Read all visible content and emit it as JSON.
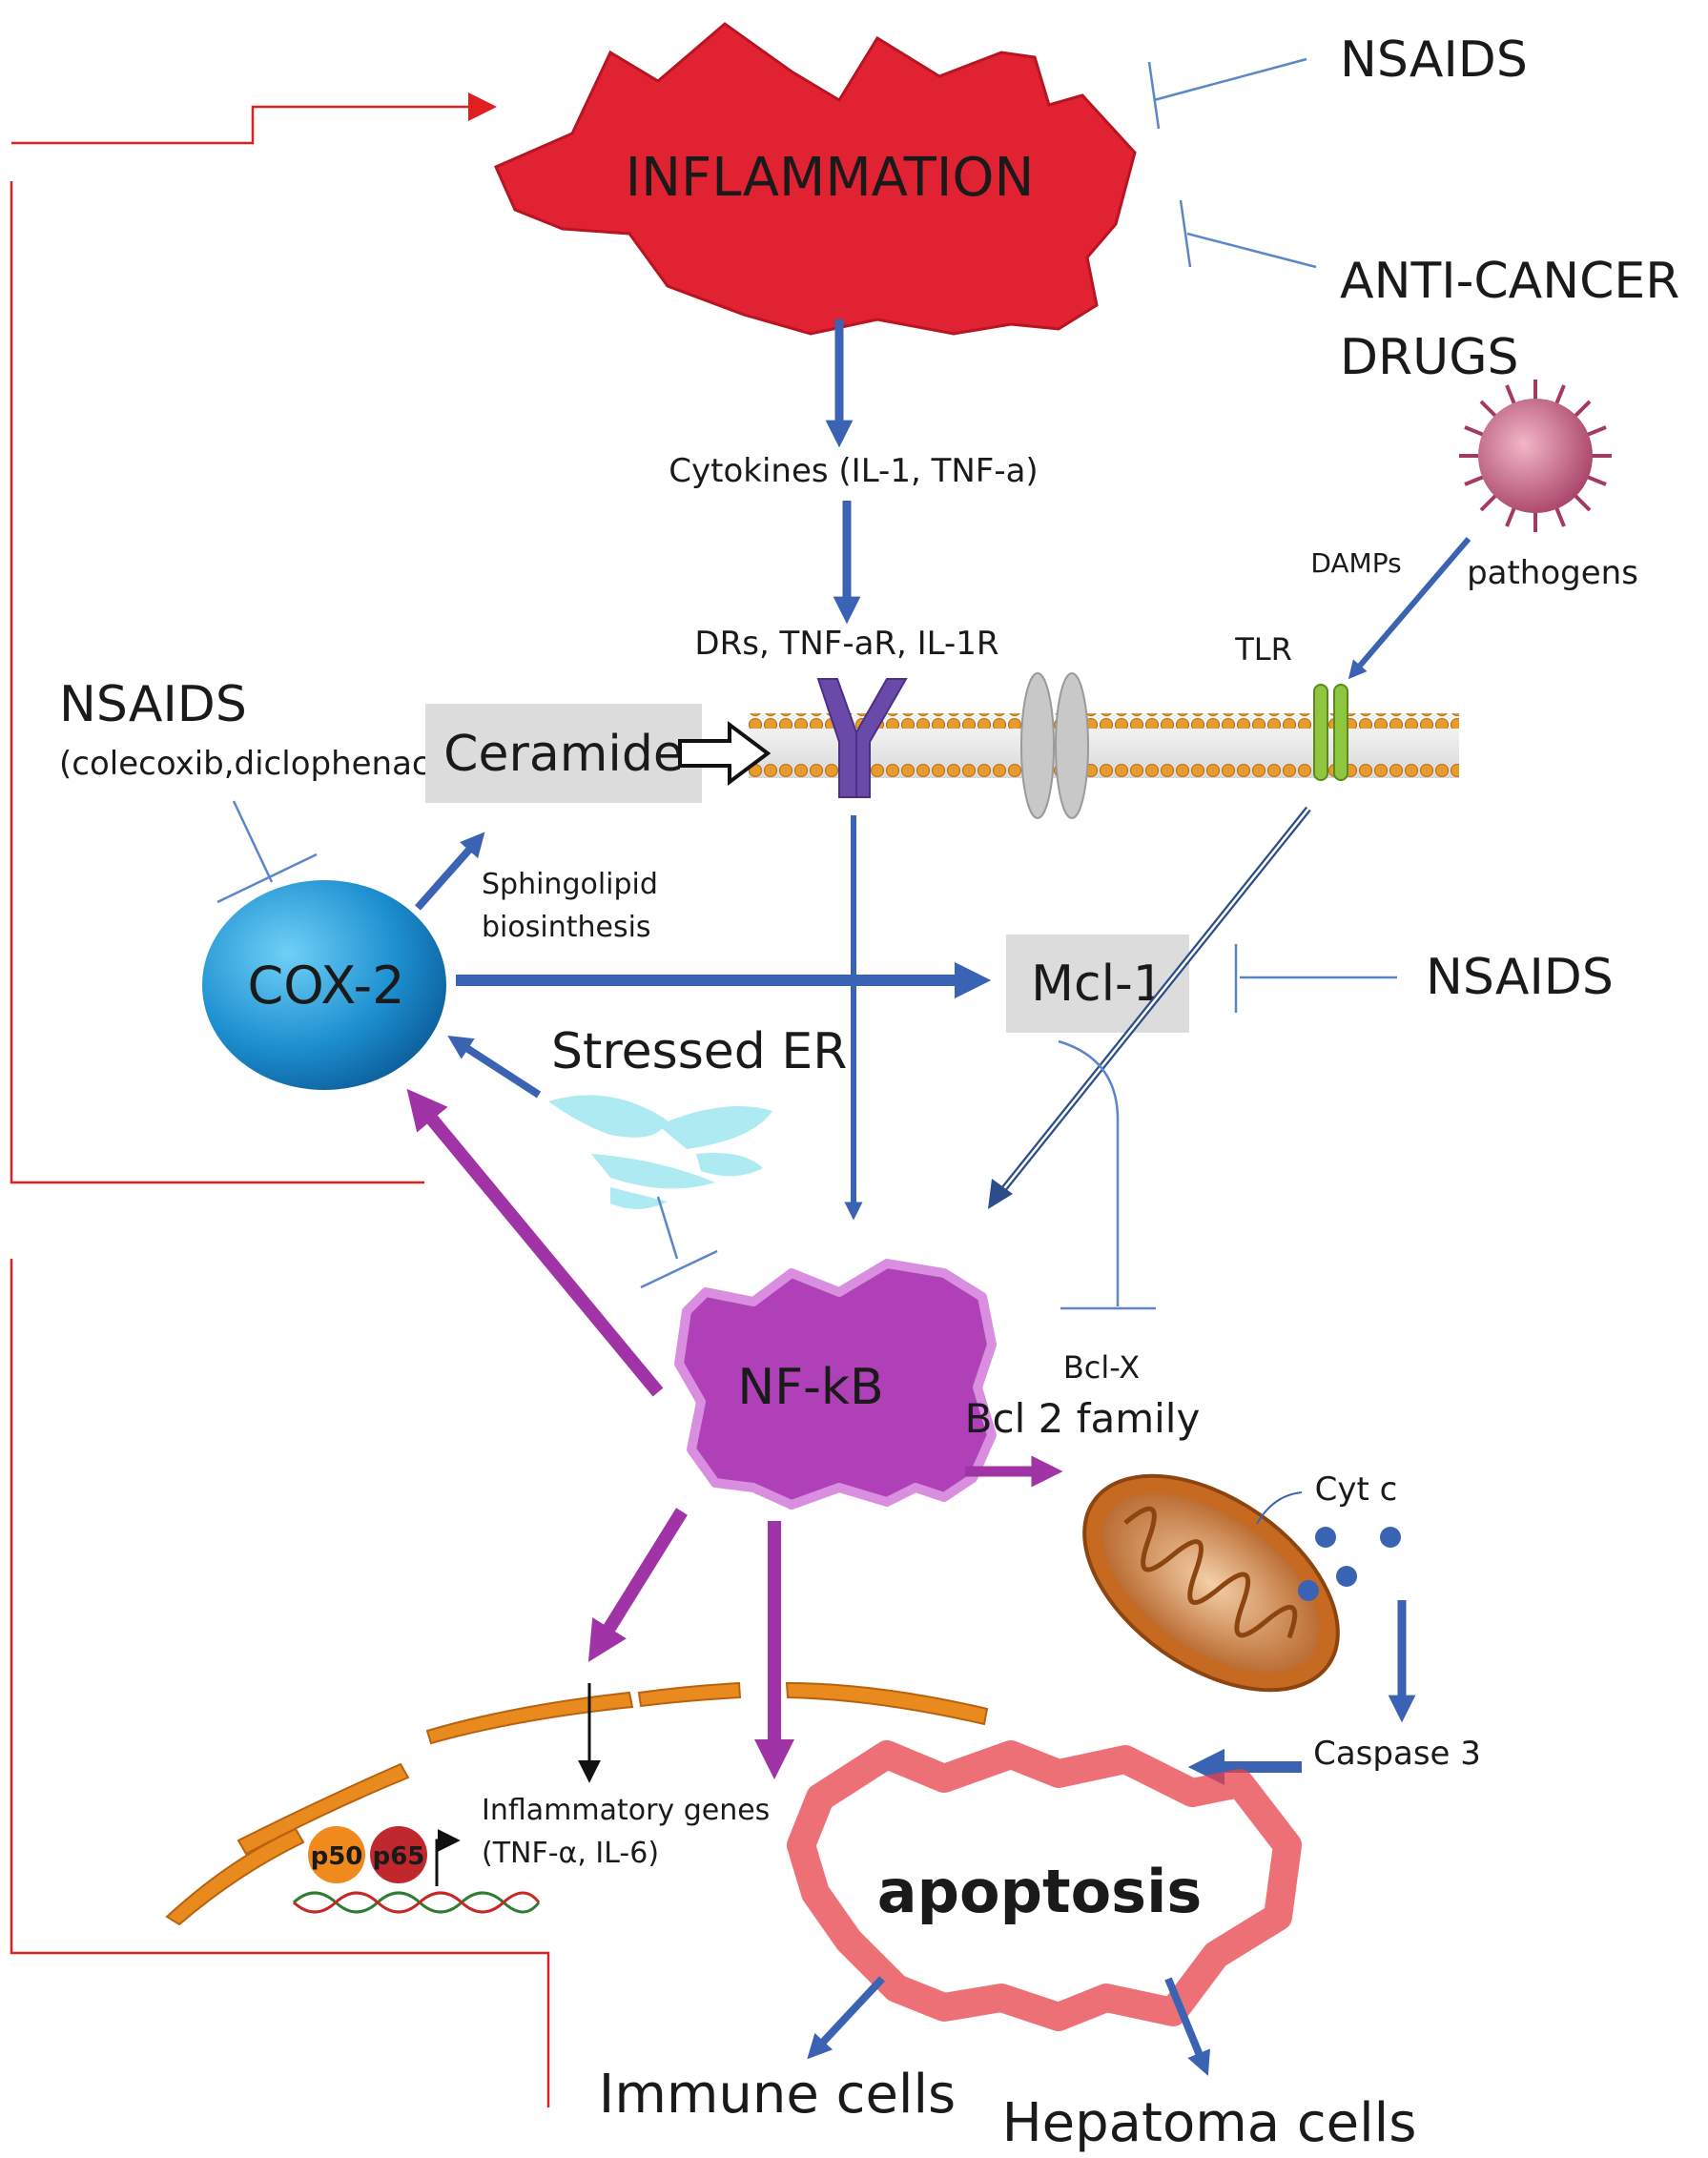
{
  "labels": {
    "inflammation": "INFLAMMATION",
    "nsaids_top": "NSAIDS",
    "anticancer_line1": "ANTI-CANCER",
    "anticancer_line2": "DRUGS",
    "cytokines": "Cytokines (IL-1, TNF-a)",
    "damps": "DAMPs",
    "pathogens": "pathogens",
    "receptors": "DRs, TNF-aR, IL-1R",
    "tlr": "TLR",
    "nsaids_left": "NSAIDS",
    "nsaids_left_examples": "(colecoxib,diclophenac)",
    "ceramide": "Ceramide",
    "sphingolipid_line1": "Sphingolipid",
    "sphingolipid_line2": "biosinthesis",
    "cox2": "COX-2",
    "mcl1": "Mcl-1",
    "nsaids_right": "NSAIDS",
    "stressed_er": "Stressed ER",
    "nfkb": "NF-kB",
    "bclx": "Bcl-X",
    "bcl2_family": "Bcl 2 family",
    "cytc": "Cyt c",
    "caspase3": "Caspase 3",
    "inflammatory_genes_line1": "Inflammatory genes",
    "inflammatory_genes_line2": "(TNF-α, IL-6)",
    "p50": "p50",
    "p65": "p65",
    "apoptosis": "apoptosis",
    "immune_cells": "Immune cells",
    "hepatoma_cells": "Hepatoma cells"
  },
  "colors": {
    "activation_arrow": "#3b63b3",
    "nfkb_arrow": "#a033a6",
    "inhibition_line": "#5b86c8",
    "feedback_line": "#e02020",
    "inflammation_fill": "#e02232",
    "cox2_fill": "#1d8fd0",
    "nfkb_fill": "#b040b8",
    "apoptosis_ring": "#e8404a",
    "box_fill": "#dcdcdc"
  }
}
